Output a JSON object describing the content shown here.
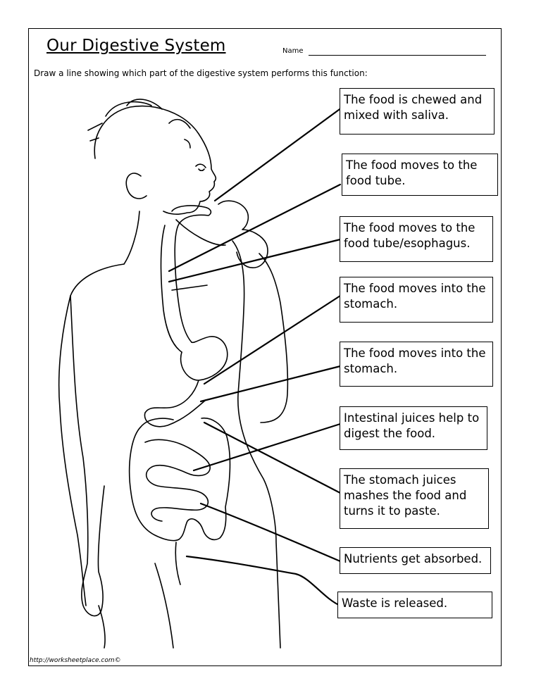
{
  "header": {
    "title": "Our Digestive System",
    "name_label": "Name"
  },
  "instructions": "Draw a line showing which part of the digestive system performs this function:",
  "boxes": [
    {
      "l1": "The food is chewed and",
      "l2": "mixed with saliva.",
      "l3": ""
    },
    {
      "l1": "The food moves to the",
      "l2": "food tube.",
      "l3": ""
    },
    {
      "l1": "The food moves to the",
      "l2": "food tube/esophagus.",
      "l3": ""
    },
    {
      "l1": "The food moves into the",
      "l2": "stomach.",
      "l3": ""
    },
    {
      "l1": "The food moves into the",
      "l2": "stomach.",
      "l3": ""
    },
    {
      "l1": "Intestinal juices help to",
      "l2": "digest the food.",
      "l3": ""
    },
    {
      "l1": "The stomach juices",
      "l2": "mashes the food and",
      "l3": "turns it to paste."
    },
    {
      "l1": "Nutrients get absorbed.",
      "l2": "",
      "l3": ""
    },
    {
      "l1": "Waste is released.",
      "l2": "",
      "l3": ""
    }
  ],
  "footer": "http://worksheetplace.com©"
}
